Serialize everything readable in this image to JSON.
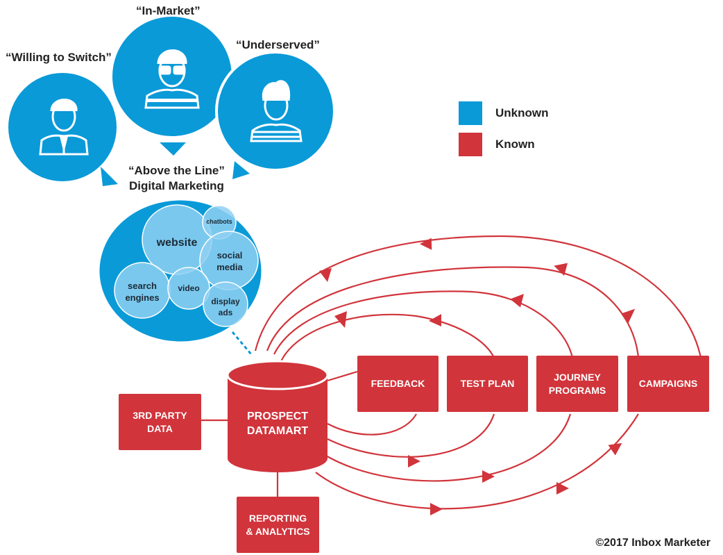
{
  "segments": {
    "willing": "“Willing to Switch”",
    "in_market": "“In-Market”",
    "underserved": "“Underserved”"
  },
  "above_line": "“Above the Line”\nDigital Marketing",
  "channels": {
    "website": "website",
    "chatbots": "chatbots",
    "social_media": "social\nmedia",
    "search_engines": "search\nengines",
    "video": "video",
    "display_ads": "display\nads"
  },
  "legend": {
    "unknown": "Unknown",
    "known": "Known",
    "unknown_color": "#0a9ad8",
    "known_color": "#d1343b"
  },
  "datamart": "PROSPECT\nDATAMART",
  "third_party": "3RD PARTY\nDATA",
  "reporting": "REPORTING\n& ANALYTICS",
  "boxes": {
    "feedback": "FEEDBACK",
    "test_plan": "TEST PLAN",
    "journey": "JOURNEY\nPROGRAMS",
    "campaigns": "CAMPAIGNS"
  },
  "copyright": "©2017 Inbox Marketer"
}
